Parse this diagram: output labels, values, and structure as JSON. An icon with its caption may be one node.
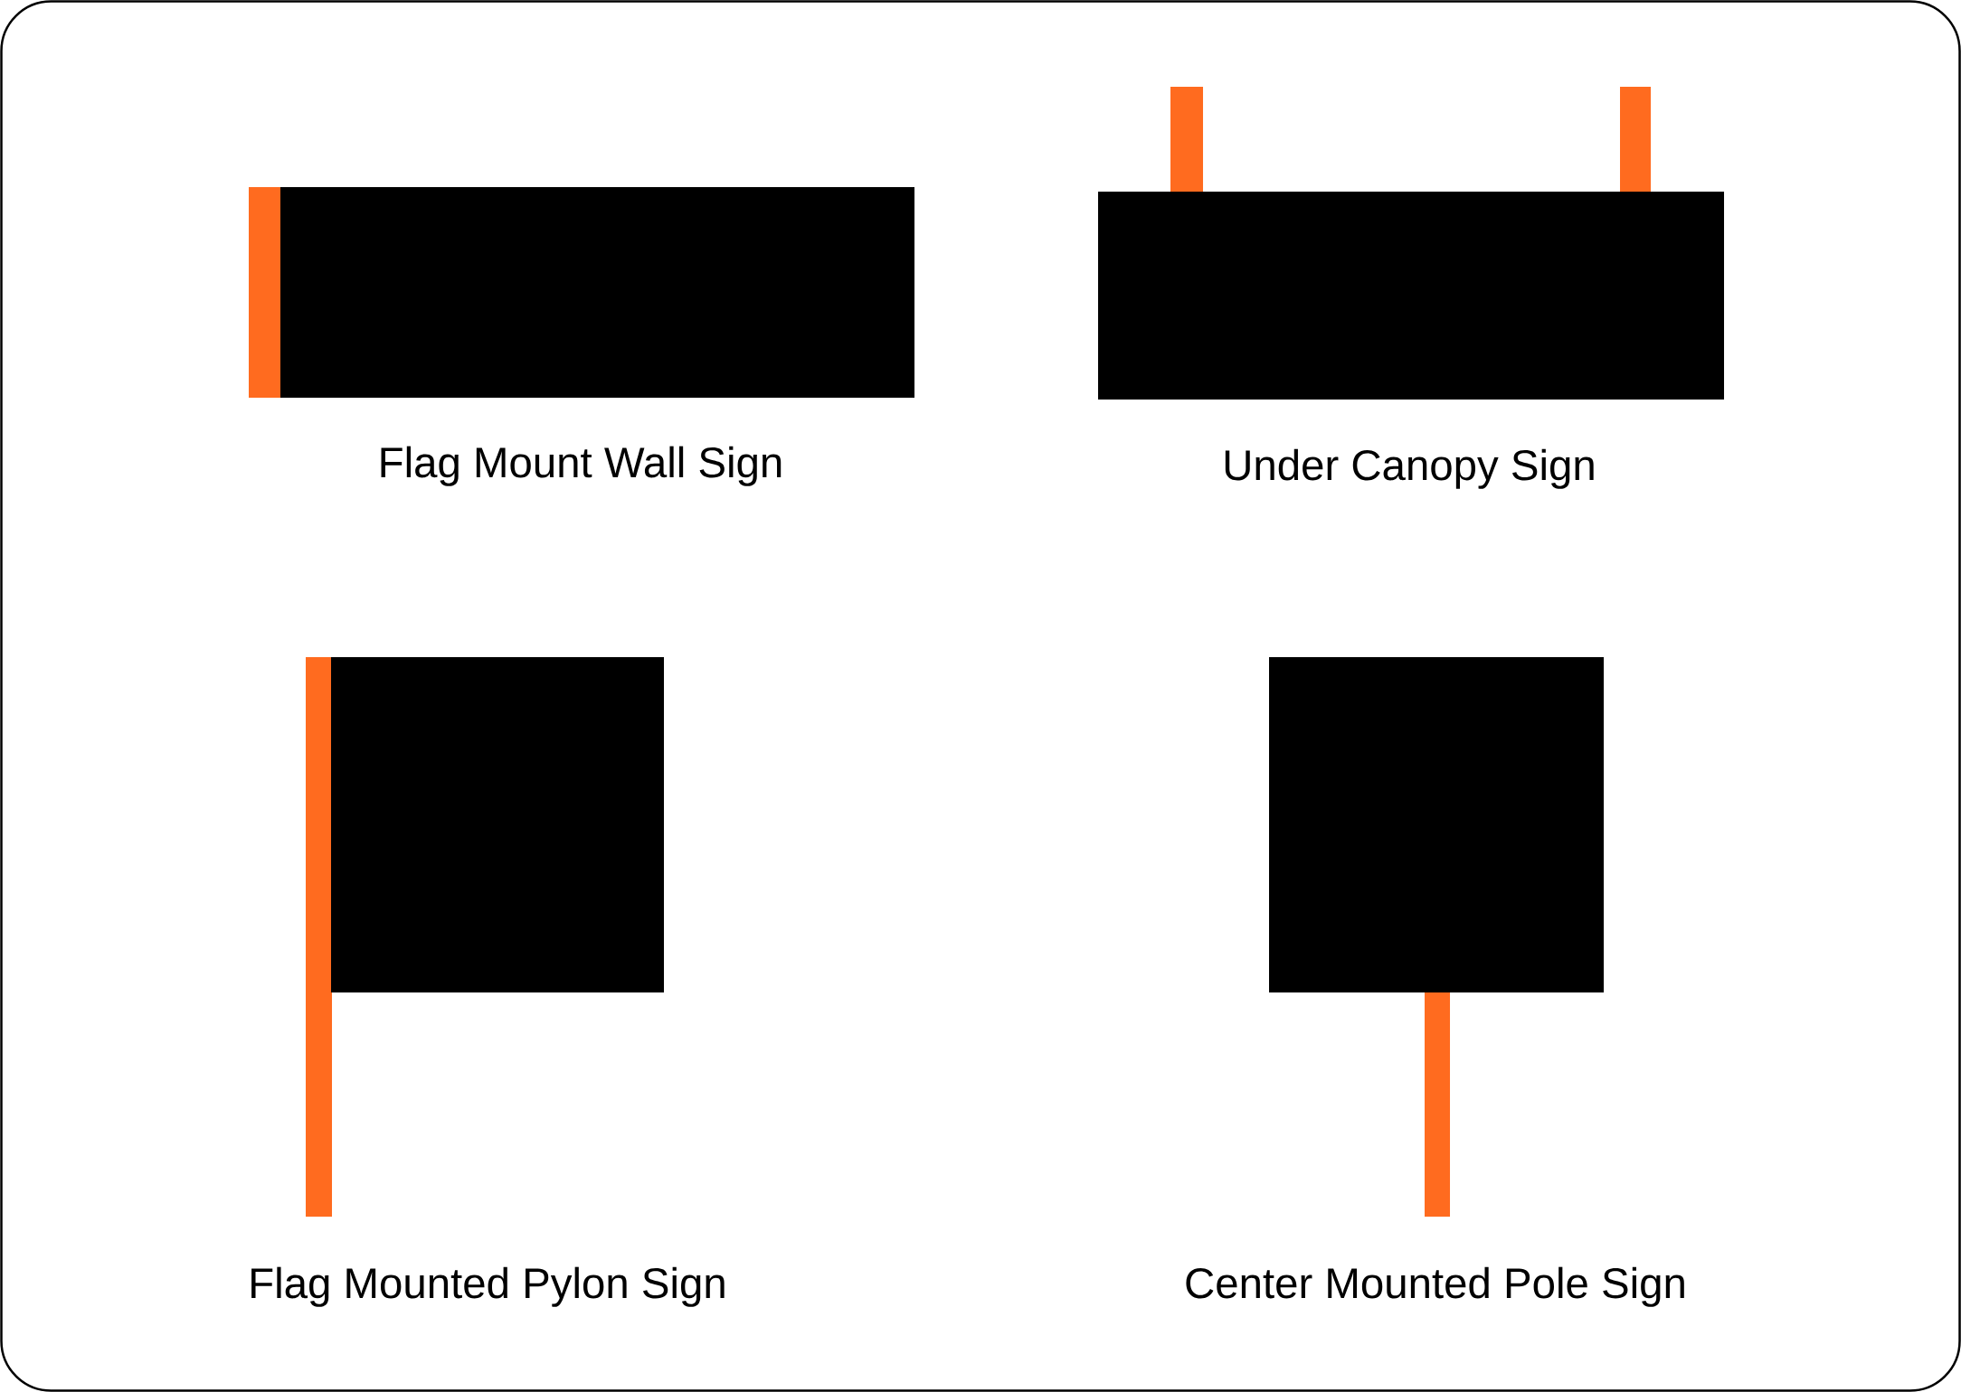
{
  "diagram": {
    "labels": [
      "Flag Mount Wall Sign",
      "Under Canopy Sign",
      "Flag Mounted Pylon Sign",
      "Center Mounted Pole Sign"
    ]
  }
}
